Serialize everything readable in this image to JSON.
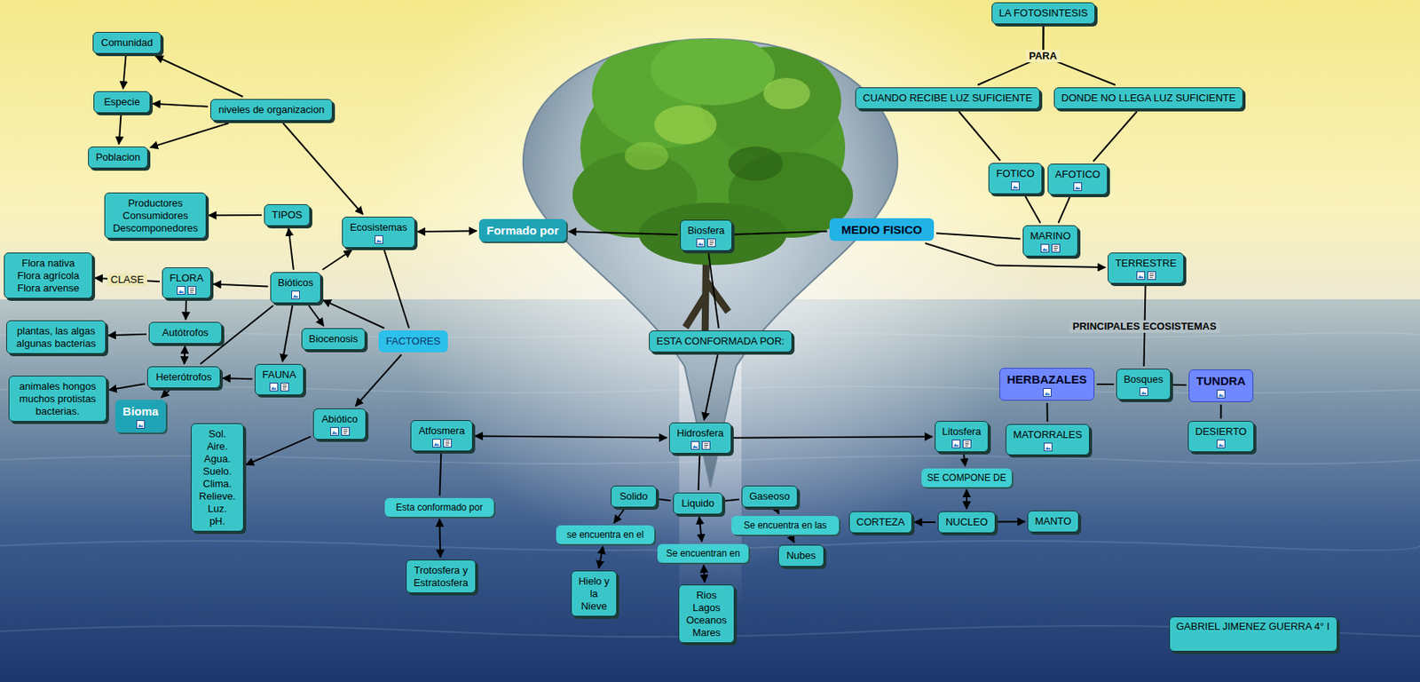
{
  "diagram": {
    "nodes": [
      {
        "text": [
          "LA FOTOSINTESIS"
        ]
      },
      {
        "text": [
          "Comunidad"
        ]
      },
      {
        "text": [
          "Especie"
        ]
      },
      {
        "text": [
          "niveles de organizacion"
        ]
      },
      {
        "text": [
          "CUANDO RECIBE LUZ SUFICIENTE"
        ]
      },
      {
        "text": [
          "DONDE NO LLEGA LUZ SUFICIENTE"
        ]
      },
      {
        "text": [
          "Poblacion"
        ]
      },
      {
        "text": [
          "FOTICO"
        ]
      },
      {
        "text": [
          "AFOTICO"
        ]
      },
      {
        "text": [
          "Productores Consumidores Descomponedores"
        ]
      },
      {
        "text": [
          "TIPOS"
        ]
      },
      {
        "text": [
          "Ecosistemas"
        ]
      },
      {
        "text": [
          "Formado por"
        ]
      },
      {
        "text": [
          "Biosfera"
        ]
      },
      {
        "text": [
          "MEDIO FISICO"
        ]
      },
      {
        "text": [
          "MARINO"
        ]
      },
      {
        "text": [
          "TERRESTRE"
        ]
      },
      {
        "text": [
          "Flora nativa Flora agrícola Flora arvense"
        ]
      },
      {
        "text": [
          "FLORA"
        ]
      },
      {
        "text": [
          "Bióticos"
        ]
      },
      {
        "text": [
          "Autótrofos"
        ]
      },
      {
        "text": [
          "plantas, las algas algunas bacterias"
        ]
      },
      {
        "text": [
          "Biocenosis"
        ]
      },
      {
        "text": [
          "FACTORES"
        ]
      },
      {
        "text": [
          "ESTA CONFORMADA POR:"
        ]
      },
      {
        "text": [
          "Heterótrofos"
        ]
      },
      {
        "text": [
          "FAUNA"
        ]
      },
      {
        "text": [
          "HERBAZALES"
        ]
      },
      {
        "text": [
          "Bosques"
        ]
      },
      {
        "text": [
          "TUNDRA"
        ]
      },
      {
        "text": [
          "animales hongos muchos protistas bacterias."
        ]
      },
      {
        "text": [
          "Bioma"
        ]
      },
      {
        "text": [
          "Abiótico"
        ]
      },
      {
        "text": [
          "Sol. Aire. Agua. Suelo. Clima. Relieve. Luz. pH."
        ]
      },
      {
        "text": [
          "Atfosmera"
        ]
      },
      {
        "text": [
          "Hidrosfera"
        ]
      },
      {
        "text": [
          "Litosfera"
        ]
      },
      {
        "text": [
          "MATORRALES"
        ]
      },
      {
        "text": [
          "DESIERTO"
        ]
      },
      {
        "text": [
          "SE COMPONE DE"
        ]
      },
      {
        "text": [
          "Solido"
        ]
      },
      {
        "text": [
          "Liquido"
        ]
      },
      {
        "text": [
          "Gaseoso"
        ]
      },
      {
        "text": [
          "Esta conformado por"
        ]
      },
      {
        "text": [
          "Se encuentra en las"
        ]
      },
      {
        "text": [
          "CORTEZA"
        ]
      },
      {
        "text": [
          "NUCLEO"
        ]
      },
      {
        "text": [
          "MANTO"
        ]
      },
      {
        "text": [
          "se encuentra en el"
        ]
      },
      {
        "text": [
          "Se encuentran en"
        ]
      },
      {
        "text": [
          "Nubes"
        ]
      },
      {
        "text": [
          "Trotosfera y Estratosfera"
        ]
      },
      {
        "text": [
          "Hielo y la Nieve"
        ]
      },
      {
        "text": [
          "Rios Lagos Oceanos Mares"
        ]
      },
      {
        "text": [
          "GABRIEL JIMENEZ GUERRA 4° I"
        ]
      }
    ],
    "edges": [
      {
        "from": 0,
        "to": 4,
        "arrow": "none",
        "label": "PARA"
      },
      {
        "from": 0,
        "to": 5,
        "arrow": "none"
      },
      {
        "from": 3,
        "to": 1,
        "arrow": "to"
      },
      {
        "from": 3,
        "to": 2,
        "arrow": "to"
      },
      {
        "from": 3,
        "to": 6,
        "arrow": "to"
      },
      {
        "from": 1,
        "to": 2,
        "arrow": "to"
      },
      {
        "from": 2,
        "to": 6,
        "arrow": "to"
      },
      {
        "from": 3,
        "to": 11,
        "arrow": "to"
      },
      {
        "from": 11,
        "to": 12,
        "arrow": "both"
      },
      {
        "from": 13,
        "to": 12,
        "arrow": "to"
      },
      {
        "from": 13,
        "to": 14,
        "arrow": "none"
      },
      {
        "from": 14,
        "to": 15,
        "arrow": "none"
      },
      {
        "from": 14,
        "to": 16,
        "arrow": "to"
      },
      {
        "from": 15,
        "to": 7,
        "arrow": "none"
      },
      {
        "from": 15,
        "to": 8,
        "arrow": "none"
      },
      {
        "from": 7,
        "to": 4,
        "arrow": "none"
      },
      {
        "from": 8,
        "to": 5,
        "arrow": "none"
      },
      {
        "from": 19,
        "to": 10,
        "arrow": "to"
      },
      {
        "from": 10,
        "to": 9,
        "arrow": "to"
      },
      {
        "from": 19,
        "to": 11,
        "arrow": "to"
      },
      {
        "from": 19,
        "to": 18,
        "arrow": "to"
      },
      {
        "from": 18,
        "to": 17,
        "arrow": "to",
        "label": "CLASE"
      },
      {
        "from": 18,
        "to": 20,
        "arrow": "to"
      },
      {
        "from": 20,
        "to": 21,
        "arrow": "to"
      },
      {
        "from": 20,
        "to": 25,
        "arrow": "both"
      },
      {
        "from": 19,
        "to": 26,
        "arrow": "to"
      },
      {
        "from": 19,
        "to": 22,
        "arrow": "to"
      },
      {
        "from": 19,
        "to": 25,
        "arrow": "none"
      },
      {
        "from": 26,
        "to": 25,
        "arrow": "to"
      },
      {
        "from": 25,
        "to": 30,
        "arrow": "to"
      },
      {
        "from": 25,
        "to": 31,
        "arrow": "to"
      },
      {
        "from": 11,
        "to": 23,
        "arrow": "none"
      },
      {
        "from": 23,
        "to": 19,
        "arrow": "to"
      },
      {
        "from": 23,
        "to": 32,
        "arrow": "to"
      },
      {
        "from": 32,
        "to": 33,
        "arrow": "to"
      },
      {
        "from": 13,
        "to": 24,
        "arrow": "none"
      },
      {
        "from": 24,
        "to": 35,
        "arrow": "to"
      },
      {
        "from": 34,
        "to": 35,
        "arrow": "both"
      },
      {
        "from": 35,
        "to": 36,
        "arrow": "to"
      },
      {
        "from": 36,
        "to": 39,
        "arrow": "to"
      },
      {
        "from": 39,
        "to": 46,
        "arrow": "both"
      },
      {
        "from": 46,
        "to": 45,
        "arrow": "to"
      },
      {
        "from": 46,
        "to": 47,
        "arrow": "to"
      },
      {
        "from": 35,
        "to": 41,
        "arrow": "none"
      },
      {
        "from": 41,
        "to": 40,
        "arrow": "none"
      },
      {
        "from": 41,
        "to": 42,
        "arrow": "none"
      },
      {
        "from": 40,
        "to": 48,
        "arrow": "to"
      },
      {
        "from": 48,
        "to": 52,
        "arrow": "both"
      },
      {
        "from": 41,
        "to": 49,
        "arrow": "both"
      },
      {
        "from": 49,
        "to": 53,
        "arrow": "both"
      },
      {
        "from": 42,
        "to": 44,
        "arrow": "to"
      },
      {
        "from": 44,
        "to": 50,
        "arrow": "to"
      },
      {
        "from": 34,
        "to": 43,
        "arrow": "none"
      },
      {
        "from": 43,
        "to": 51,
        "arrow": "both"
      },
      {
        "from": 16,
        "to": 28,
        "arrow": "none",
        "label": "PRINCIPALES ECOSISTEMAS"
      },
      {
        "from": 28,
        "to": 27,
        "arrow": "none"
      },
      {
        "from": 28,
        "to": 29,
        "arrow": "none"
      },
      {
        "from": 27,
        "to": 37,
        "arrow": "none"
      },
      {
        "from": 29,
        "to": 38,
        "arrow": "none"
      }
    ]
  }
}
